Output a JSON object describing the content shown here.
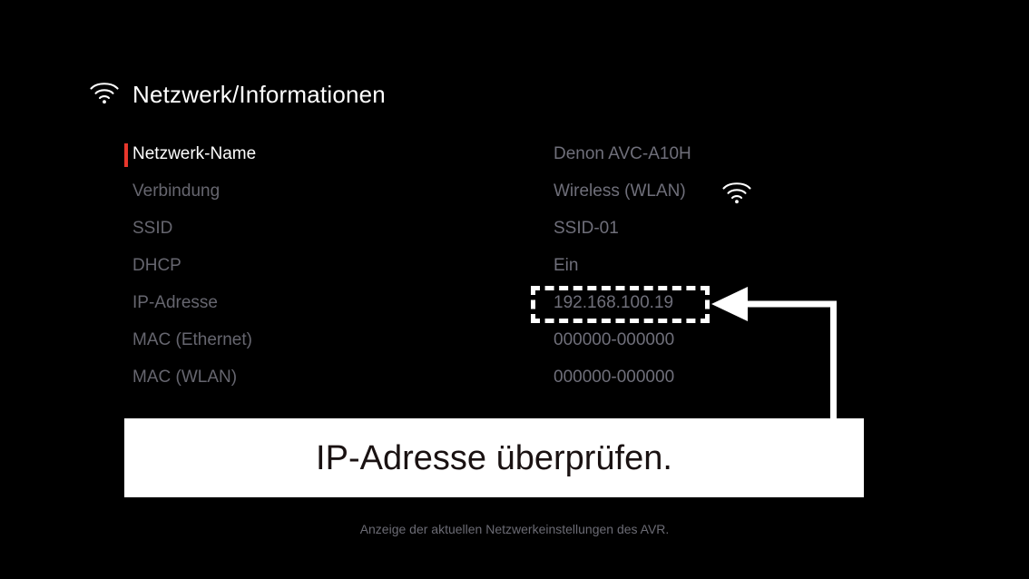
{
  "header": {
    "icon": "wifi-icon",
    "title": "Netzwerk/Informationen"
  },
  "info_rows": [
    {
      "label": "Netzwerk-Name",
      "value": "Denon AVC-A10H",
      "selected": true,
      "icon": ""
    },
    {
      "label": "Verbindung",
      "value": "Wireless (WLAN)",
      "selected": false,
      "icon": "wifi-icon"
    },
    {
      "label": "SSID",
      "value": "SSID-01",
      "selected": false,
      "icon": ""
    },
    {
      "label": "DHCP",
      "value": "Ein",
      "selected": false,
      "icon": ""
    },
    {
      "label": "IP-Adresse",
      "value": "192.168.100.19",
      "selected": false,
      "icon": "",
      "highlighted": true
    },
    {
      "label": "MAC (Ethernet)",
      "value": "000000-000000",
      "selected": false,
      "icon": ""
    },
    {
      "label": "MAC (WLAN)",
      "value": "000000-000000",
      "selected": false,
      "icon": ""
    }
  ],
  "callout": {
    "text": "IP-Adresse überprüfen.",
    "arrow": "left-arrow-icon"
  },
  "footer": {
    "text": "Anzeige der aktuellen Netzwerkeinstellungen des AVR."
  },
  "colors": {
    "background": "#000000",
    "selected_marker": "#e8372c",
    "selected_label": "#ffffff",
    "muted_text": "#66666f",
    "value_text": "#6f6f7a",
    "callout_background": "#ffffff",
    "callout_text": "#1a1212",
    "highlight_border": "#ffffff",
    "footer_text": "#6b6b74"
  }
}
